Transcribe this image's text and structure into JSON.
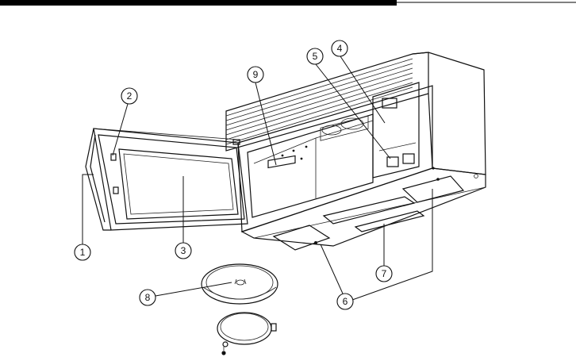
{
  "callouts": [
    {
      "id": "c1",
      "label": "1"
    },
    {
      "id": "c2",
      "label": "2"
    },
    {
      "id": "c3",
      "label": "3"
    },
    {
      "id": "c4",
      "label": "4"
    },
    {
      "id": "c5",
      "label": "5"
    },
    {
      "id": "c6",
      "label": "6"
    },
    {
      "id": "c7",
      "label": "7"
    },
    {
      "id": "c8",
      "label": "8"
    },
    {
      "id": "c9",
      "label": "9"
    }
  ],
  "colors": {
    "line": "#111111",
    "header_bar": "#000000",
    "background": "#ffffff"
  }
}
